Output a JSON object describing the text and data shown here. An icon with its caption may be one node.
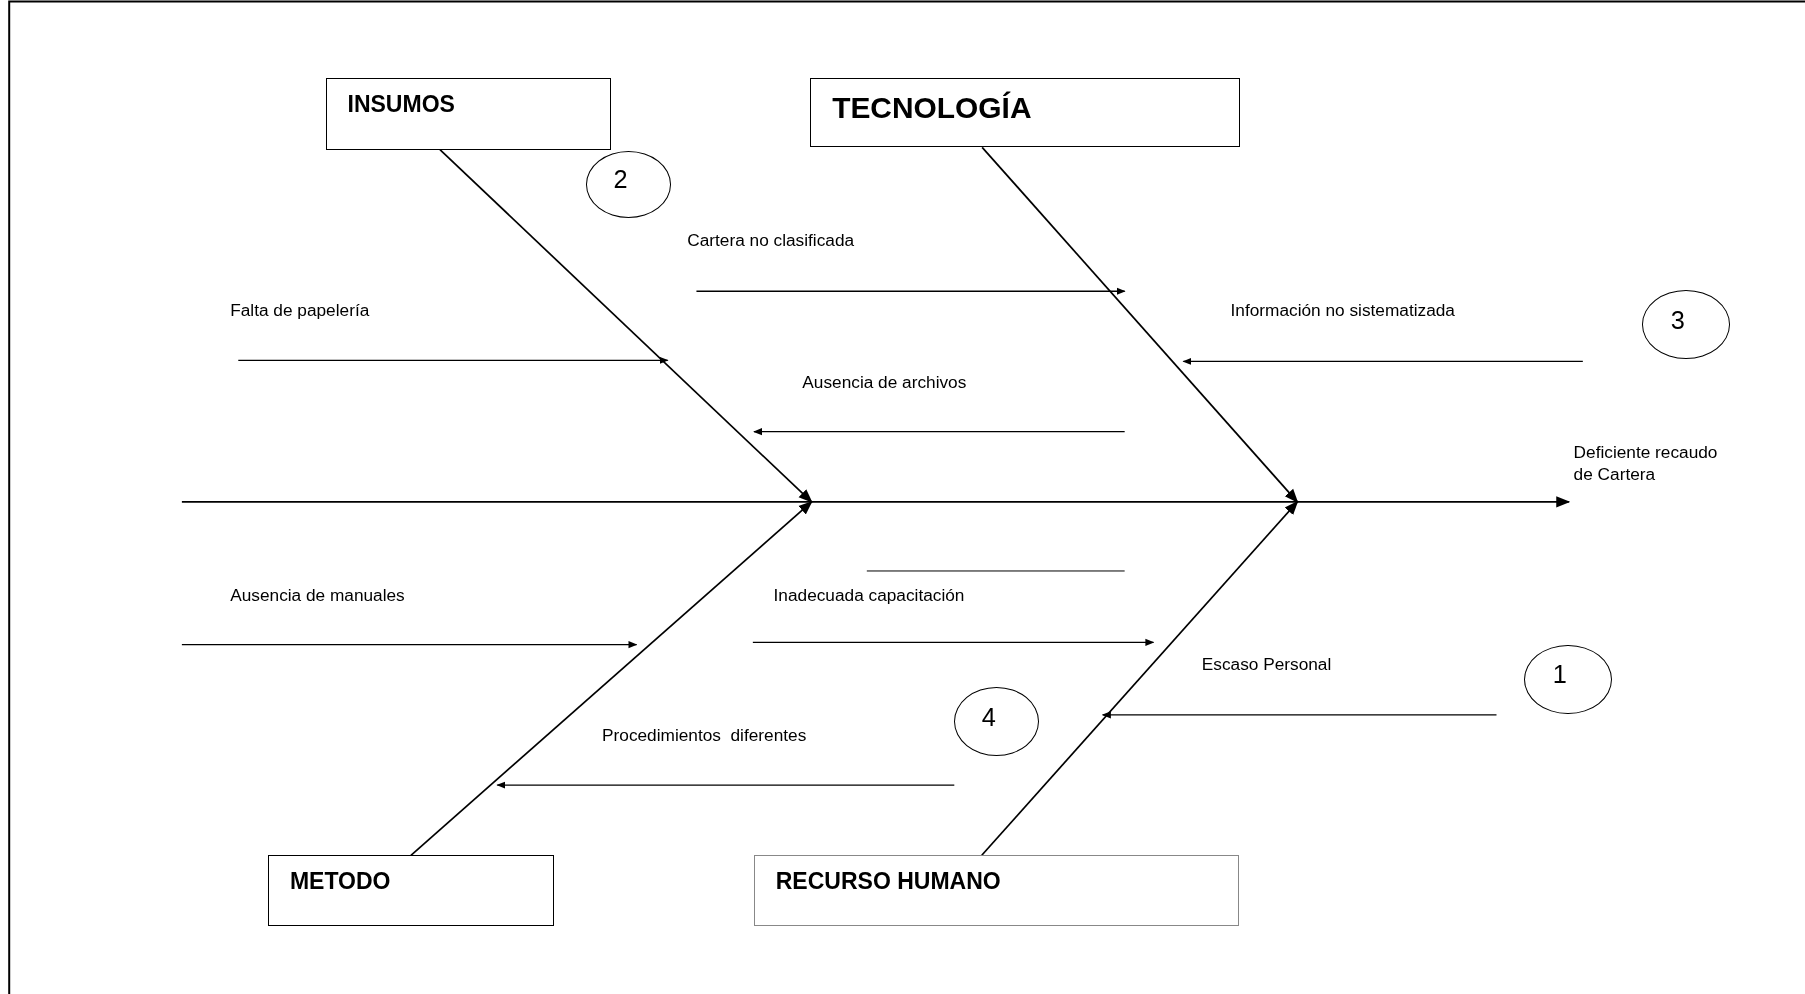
{
  "diagram": {
    "nodes": [
      {
        "text": [
          "INSUMOS"
        ]
      },
      {
        "text": [
          "TECNOLOGÍA"
        ]
      },
      {
        "text": [
          "2"
        ]
      },
      {
        "text": [
          "3"
        ]
      },
      {
        "text": [
          "Deficiente recaudo de Cartera"
        ]
      },
      {
        "text": [
          "1"
        ]
      },
      {
        "text": [
          "4"
        ]
      },
      {
        "text": [
          "METODO"
        ]
      },
      {
        "text": [
          "RECURSO HUMANO"
        ]
      }
    ],
    "edges": [
      {
        "from": null,
        "to": 4,
        "arrow": "to"
      },
      {
        "from": 0,
        "to": null,
        "arrow": "to"
      },
      {
        "from": 1,
        "to": null,
        "arrow": "to"
      },
      {
        "from": 7,
        "to": null,
        "arrow": "to"
      },
      {
        "from": 8,
        "to": null,
        "arrow": "to"
      }
    ],
    "labels": [
      "Cartera no clasificada",
      "Falta de papelería",
      "Información no sistematizada",
      "Ausencia de archivos",
      "Ausencia de manuales",
      "Inadecuada capacitación",
      "Escaso Personal",
      "Procedimientos  diferentes"
    ]
  }
}
